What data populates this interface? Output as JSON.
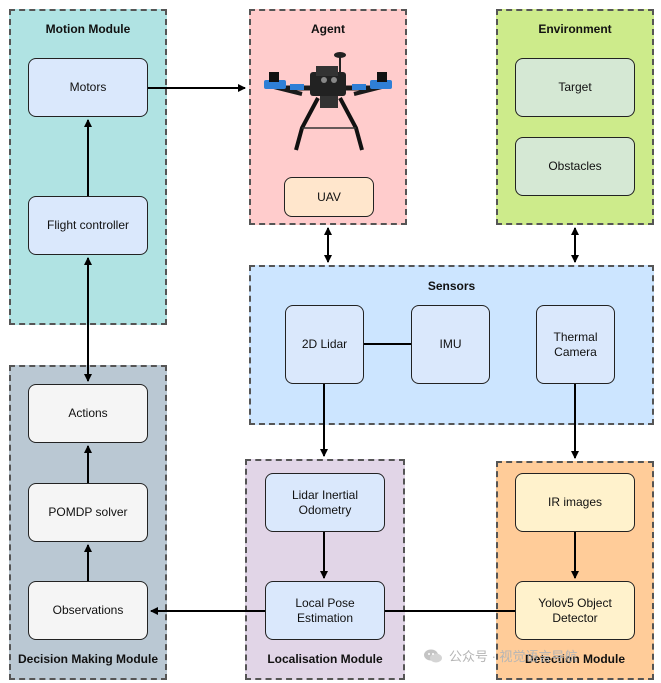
{
  "modules": {
    "motion": {
      "title": "Motion Module",
      "color": "#b0e3e3"
    },
    "agent": {
      "title": "Agent",
      "color": "#ffcccc"
    },
    "environment": {
      "title": "Environment",
      "color": "#cdeb8b"
    },
    "sensors": {
      "title": "Sensors",
      "color": "#cce5ff"
    },
    "decision": {
      "title": "Decision Making Module",
      "color": "#bac8d3"
    },
    "localisation": {
      "title": "Localisation Module",
      "color": "#e1d5e7"
    },
    "detection": {
      "title": "Detection Module",
      "color": "#ffcc99"
    }
  },
  "nodes": {
    "motors": "Motors",
    "flight_controller": "Flight controller",
    "uav": "UAV",
    "target": "Target",
    "obstacles": "Obstacles",
    "lidar_2d": "2D Lidar",
    "imu": "IMU",
    "thermal_camera": "Thermal Camera",
    "actions": "Actions",
    "pomdp_solver": "POMDP solver",
    "observations": "Observations",
    "lidar_inertial_odometry": "Lidar Inertial Odometry",
    "local_pose_estimation": "Local Pose Estimation",
    "ir_images": "IR images",
    "yolov5_detector": "Yolov5 Object Detector"
  },
  "node_colors": {
    "blue": "#dae8fc",
    "peach": "#ffe6cc",
    "green": "#d5e8d4",
    "gray": "#f5f5f5"
  },
  "watermark": {
    "text": "公众号 · 视觉语言导航",
    "icon": "wechat-icon"
  }
}
